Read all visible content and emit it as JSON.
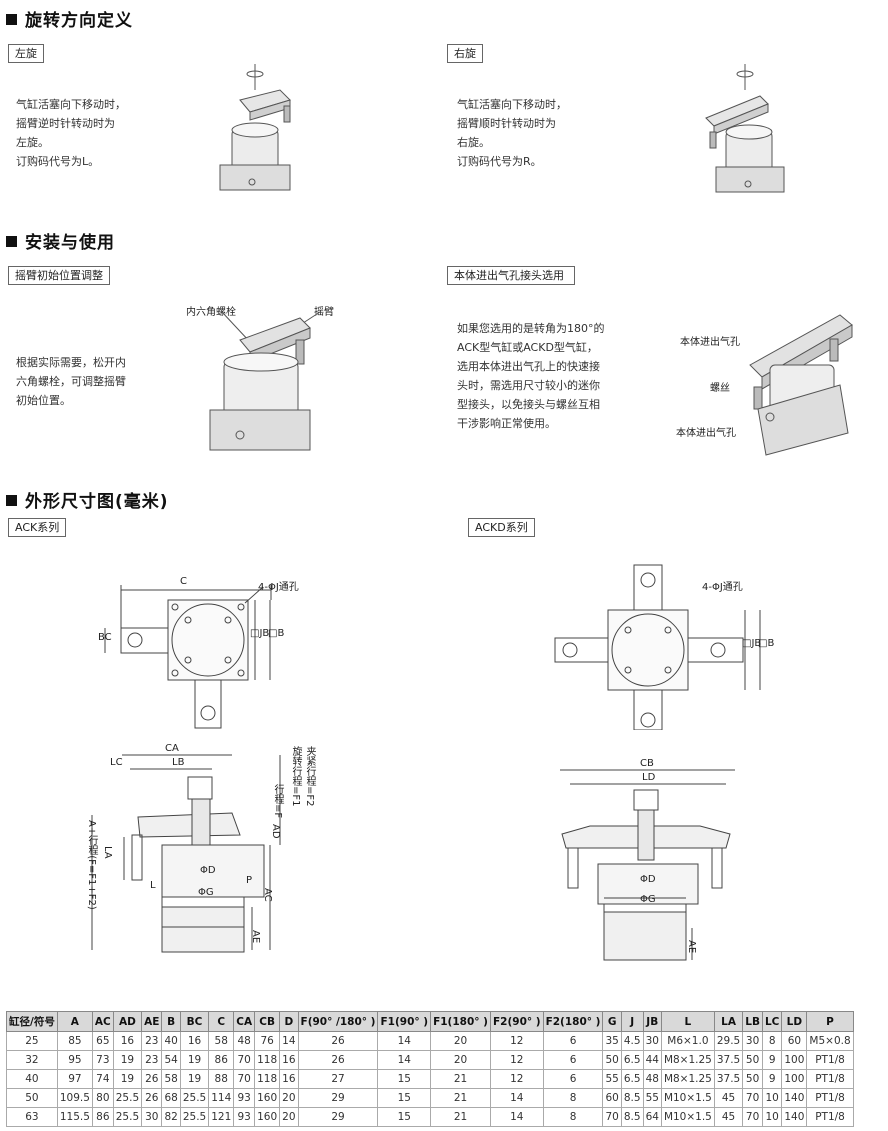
{
  "sections": {
    "rotation": "旋转方向定义",
    "install": "安装与使用",
    "dims": "外形尺寸图(毫米)"
  },
  "rotation": {
    "left_tag": "左旋",
    "left_text": "气缸活塞向下移动时，\n摇臂逆时针转动时为\n左旋。\n订购码代号为L。",
    "right_tag": "右旋",
    "right_text": "气缸活塞向下移动时，\n摇臂顺时针转动时为\n右旋。\n订购码代号为R。"
  },
  "install": {
    "left_tag": "摇臂初始位置调整",
    "left_text": "根据实际需要，松开内\n六角螺栓，可调整摇臂\n初始位置。",
    "label_bolt": "内六角螺栓",
    "label_arm": "摇臂",
    "right_tag": "本体进出气孔接头选用",
    "right_text": "如果您选用的是转角为180°的\nACK型气缸或ACKD型气缸，\n选用本体进出气孔上的快速接\n头时，需选用尺寸较小的迷你\n型接头，以免接头与螺丝互相\n干涉影响正常使用。",
    "label_port1": "本体进出气孔",
    "label_screw": "螺丝",
    "label_port2": "本体进出气孔"
  },
  "dims": {
    "ack_tag": "ACK系列",
    "ackd_tag": "ACKD系列",
    "labels": {
      "C": "C",
      "hole": "4-ΦJ通孔",
      "BC": "BC",
      "JB": "□JB",
      "B": "□B",
      "CA": "CA",
      "LC": "LC",
      "LB": "LB",
      "stroke": "行程=F",
      "rot_stroke": "旋转行程=F1",
      "clamp_stroke": "夹紧行程=F2",
      "AD": "AD",
      "LA": "LA",
      "A_total": "A+行程(F=F1+F2)",
      "L": "L",
      "D": "ΦD",
      "P": "P",
      "G": "ΦG",
      "AC": "AC",
      "AE": "AE",
      "CB": "CB",
      "LD": "LD",
      "hole2": "4-ΦJ通孔"
    }
  },
  "table": {
    "headers": [
      "缸径/符号",
      "A",
      "AC",
      "AD",
      "AE",
      "B",
      "BC",
      "C",
      "CA",
      "CB",
      "D",
      "F(90° /180° )",
      "F1(90° )",
      "F1(180° )",
      "F2(90° )",
      "F2(180° )",
      "G",
      "J",
      "JB",
      "L",
      "LA",
      "LB",
      "LC",
      "LD",
      "P"
    ],
    "rows": [
      [
        "25",
        "85",
        "65",
        "16",
        "23",
        "40",
        "16",
        "58",
        "48",
        "76",
        "14",
        "26",
        "14",
        "20",
        "12",
        "6",
        "35",
        "4.5",
        "30",
        "M6×1.0",
        "29.5",
        "30",
        "8",
        "60",
        "M5×0.8"
      ],
      [
        "32",
        "95",
        "73",
        "19",
        "23",
        "54",
        "19",
        "86",
        "70",
        "118",
        "16",
        "26",
        "14",
        "20",
        "12",
        "6",
        "50",
        "6.5",
        "44",
        "M8×1.25",
        "37.5",
        "50",
        "9",
        "100",
        "PT1/8"
      ],
      [
        "40",
        "97",
        "74",
        "19",
        "26",
        "58",
        "19",
        "88",
        "70",
        "118",
        "16",
        "27",
        "15",
        "21",
        "12",
        "6",
        "55",
        "6.5",
        "48",
        "M8×1.25",
        "37.5",
        "50",
        "9",
        "100",
        "PT1/8"
      ],
      [
        "50",
        "109.5",
        "80",
        "25.5",
        "26",
        "68",
        "25.5",
        "114",
        "93",
        "160",
        "20",
        "29",
        "15",
        "21",
        "14",
        "8",
        "60",
        "8.5",
        "55",
        "M10×1.5",
        "45",
        "70",
        "10",
        "140",
        "PT1/8"
      ],
      [
        "63",
        "115.5",
        "86",
        "25.5",
        "30",
        "82",
        "25.5",
        "121",
        "93",
        "160",
        "20",
        "29",
        "15",
        "21",
        "14",
        "8",
        "70",
        "8.5",
        "64",
        "M10×1.5",
        "45",
        "70",
        "10",
        "140",
        "PT1/8"
      ]
    ]
  }
}
